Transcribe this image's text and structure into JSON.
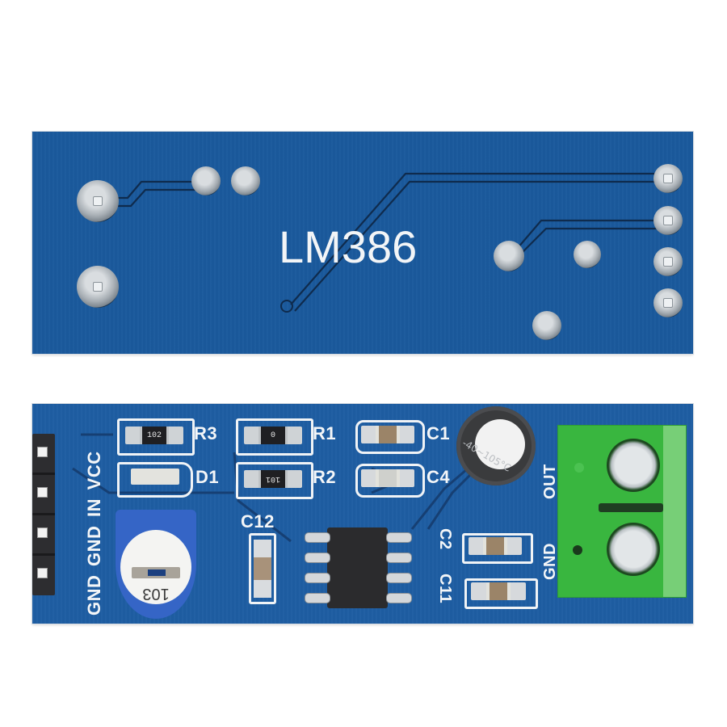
{
  "image": {
    "subject": "LM386 audio amplifier module (back and front)",
    "background_color": "#ffffff",
    "pcb_color": "#1b5a9c"
  },
  "back_board": {
    "label": "LM386",
    "through_hole_pads": 10,
    "edge_pads": 4
  },
  "front_board": {
    "header_labels": [
      "GND",
      "GND",
      "IN",
      "VCC"
    ],
    "components": {
      "R3": {
        "designator": "R3",
        "marking": "102"
      },
      "R1": {
        "designator": "R1",
        "marking": "0"
      },
      "R2": {
        "designator": "R2",
        "marking": "101"
      },
      "D1": {
        "designator": "D1"
      },
      "C1": {
        "designator": "C1"
      },
      "C4": {
        "designator": "C4"
      },
      "C12": {
        "designator": "C12"
      },
      "C2": {
        "designator": "C2"
      },
      "C11": {
        "designator": "C11"
      },
      "potentiometer": {
        "marking": "103"
      },
      "electrolytic_capacitor": {
        "marking": "-40~105°C"
      }
    },
    "terminal_labels": {
      "out": "OUT",
      "gnd": "GND"
    },
    "colors": {
      "terminal": "#39b63f",
      "potentiometer": "#3565c6",
      "silkscreen": "#f4f6f8"
    }
  }
}
